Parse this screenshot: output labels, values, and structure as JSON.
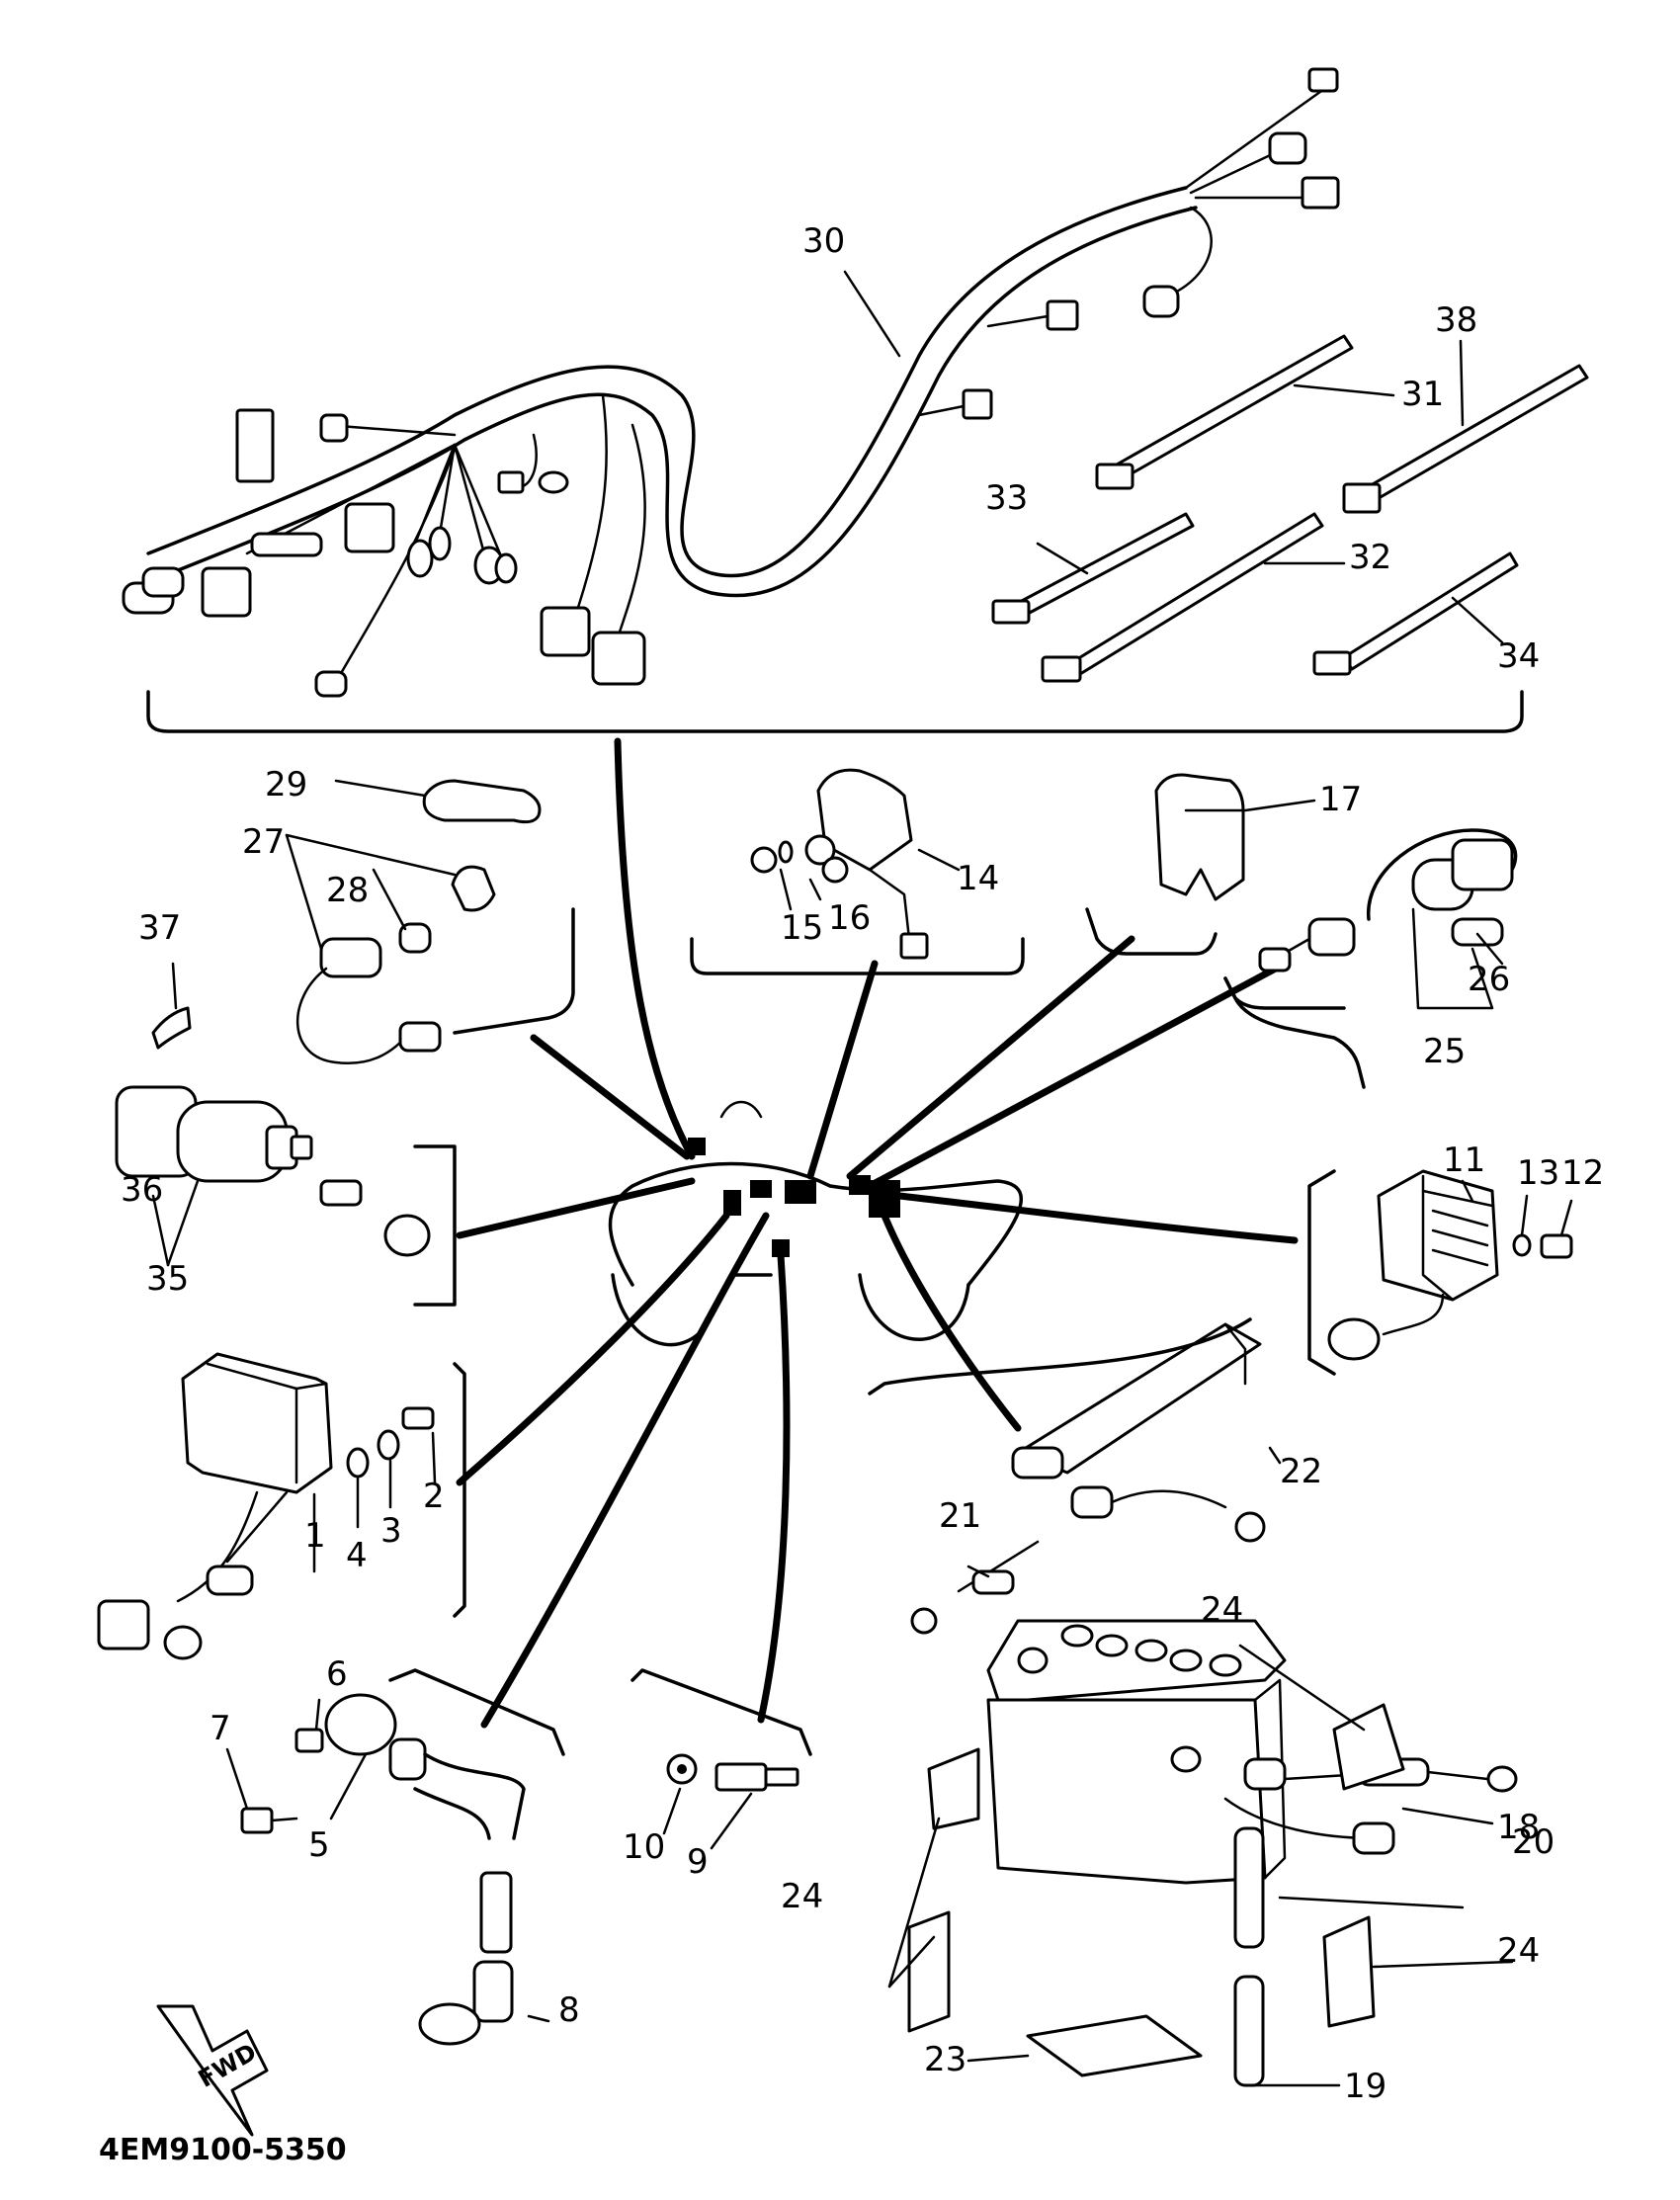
{
  "diagram_code": "4EM9100-5350",
  "direction_arrow_label": "FWD",
  "callouts": {
    "c1": "1",
    "c2": "2",
    "c3": "3",
    "c4": "4",
    "c5": "5",
    "c6": "6",
    "c7": "7",
    "c8": "8",
    "c9": "9",
    "c10": "10",
    "c11": "11",
    "c12": "12",
    "c13": "13",
    "c14": "14",
    "c15": "15",
    "c16": "16",
    "c17": "17",
    "c18": "18",
    "c19": "19",
    "c20": "20",
    "c21": "21",
    "c22": "22",
    "c23": "23",
    "c24a": "24",
    "c24b": "24",
    "c24c": "24",
    "c25": "25",
    "c26": "26",
    "c27": "27",
    "c28": "28",
    "c29": "29",
    "c30": "30",
    "c31": "31",
    "c32": "32",
    "c33": "33",
    "c34": "34",
    "c35": "35",
    "c36": "36",
    "c37": "37",
    "c38": "38"
  },
  "colors": {
    "ink": "#000000",
    "paper": "#ffffff"
  }
}
